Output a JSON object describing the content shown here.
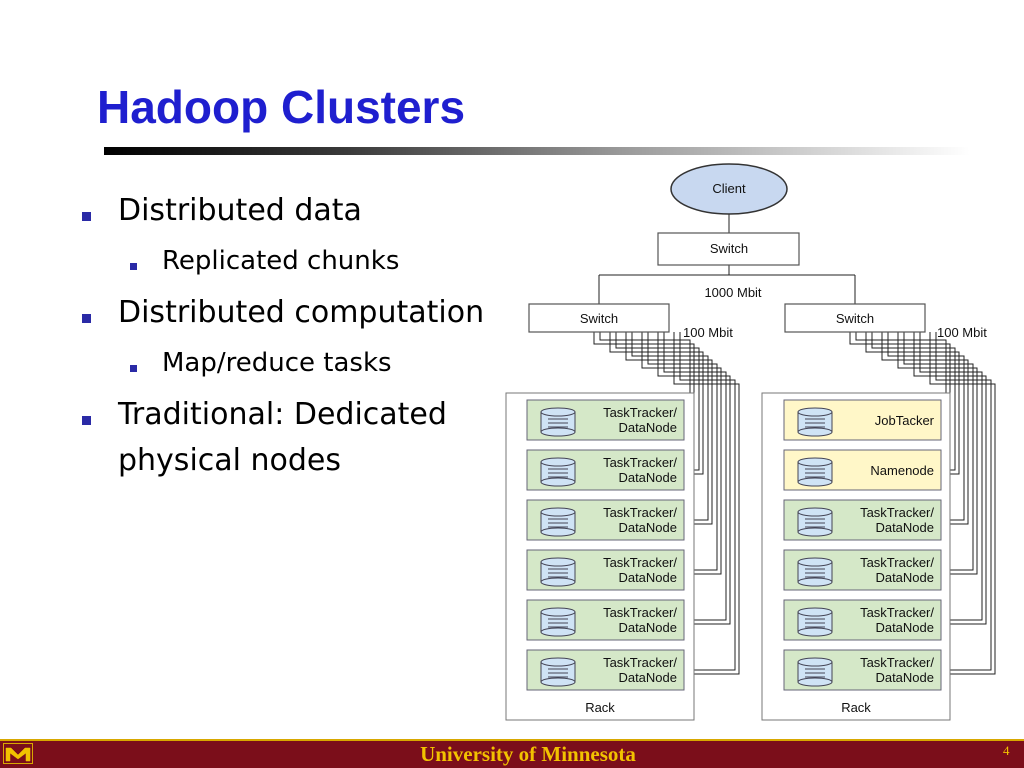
{
  "slide": {
    "title": "Hadoop Clusters",
    "page_number": "4",
    "footer": "University of Minnesota",
    "logo_text": "M"
  },
  "bullets": [
    {
      "text": "Distributed data",
      "level": 1
    },
    {
      "text": "Replicated chunks",
      "level": 2
    },
    {
      "text": "Distributed computation",
      "level": 1
    },
    {
      "text": "Map/reduce tasks",
      "level": 2
    },
    {
      "text": "Traditional: Dedicated",
      "level": 1
    },
    {
      "text": "physical nodes",
      "level": 1
    }
  ],
  "diagram": {
    "client": "Client",
    "top_switch": "Switch",
    "uplink_label": "1000 Mbit",
    "left_switch": "Switch",
    "right_switch": "Switch",
    "left_link_label": "100 Mbit",
    "right_link_label": "100 Mbit",
    "rack_label": "Rack",
    "left_rack": [
      [
        "TaskTracker/",
        "DataNode"
      ],
      [
        "TaskTracker/",
        "DataNode"
      ],
      [
        "TaskTracker/",
        "DataNode"
      ],
      [
        "TaskTracker/",
        "DataNode"
      ],
      [
        "TaskTracker/",
        "DataNode"
      ],
      [
        "TaskTracker/",
        "DataNode"
      ]
    ],
    "right_rack": [
      [
        "JobTacker"
      ],
      [
        "Namenode"
      ],
      [
        "TaskTracker/",
        "DataNode"
      ],
      [
        "TaskTracker/",
        "DataNode"
      ],
      [
        "TaskTracker/",
        "DataNode"
      ],
      [
        "TaskTracker/",
        "DataNode"
      ]
    ],
    "colors": {
      "datanode_fill": "#d5e8c8",
      "master_fill": "#fff7c8",
      "client_fill": "#c8d8f0",
      "disk_fill": "#cfe3f5",
      "title": "#1f1fcf",
      "footer_bg": "#7b0e1a",
      "footer_text": "#f2c200"
    }
  }
}
